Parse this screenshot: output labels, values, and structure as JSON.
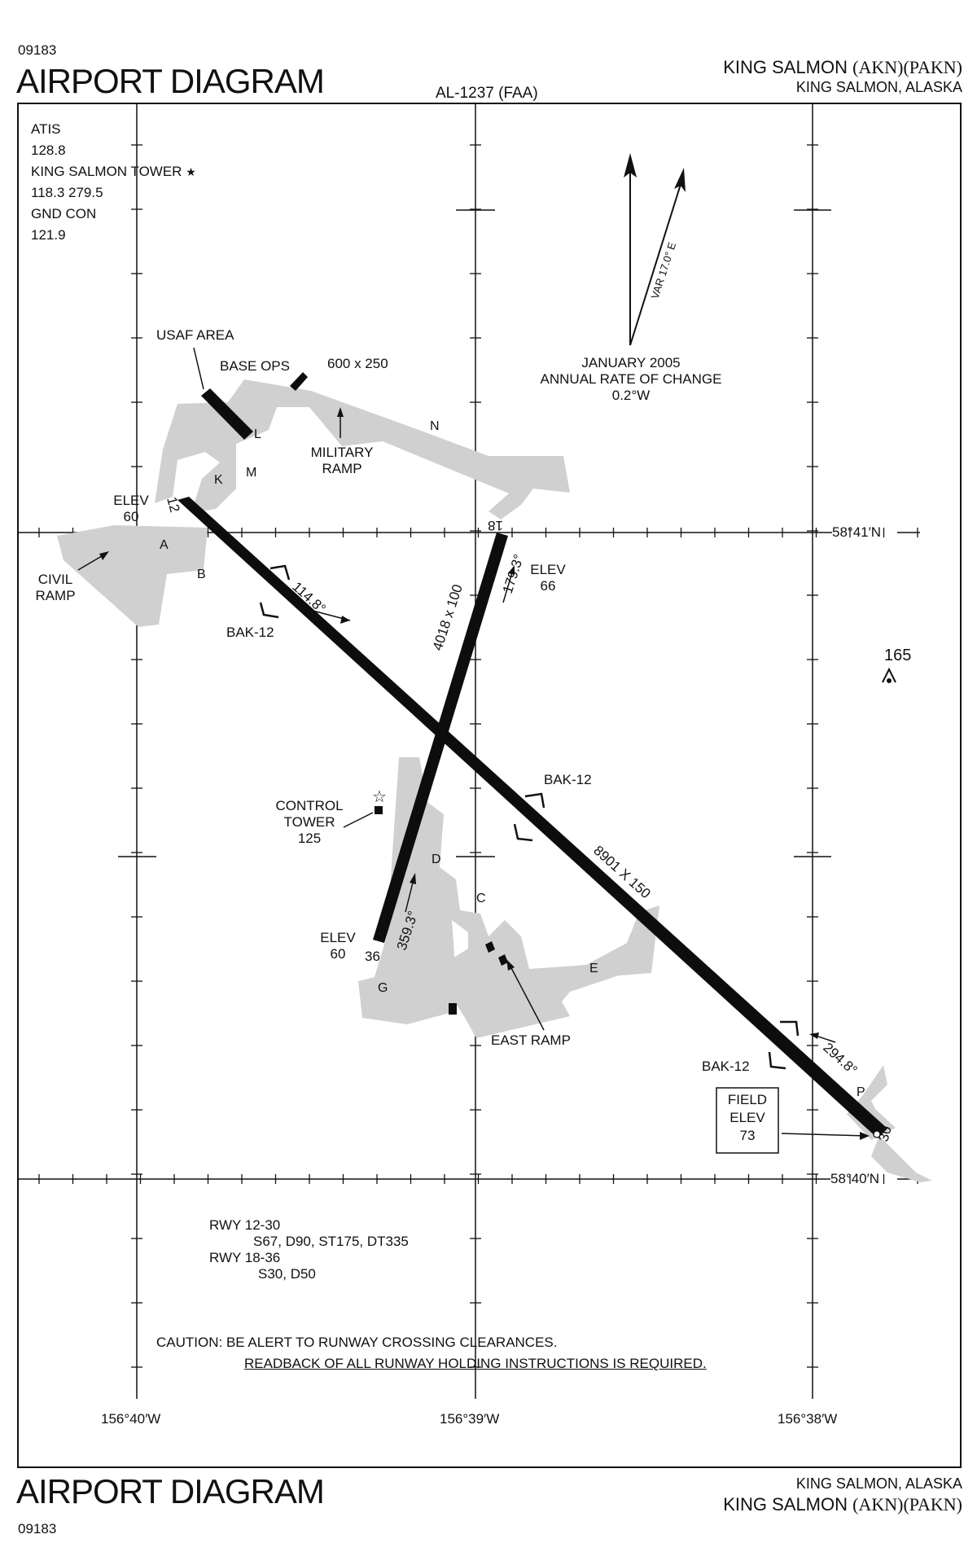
{
  "header": {
    "vol_code": "09183",
    "title": "AIRPORT DIAGRAM",
    "doc_id": "AL-1237 (FAA)",
    "airport_name": "KING SALMON",
    "airport_ids": "(AKN)(PAKN)",
    "location": "KING SALMON, ALASKA"
  },
  "comms": {
    "atis_label": "ATIS",
    "atis_freq": "128.8",
    "tower_label": "KING SALMON TOWER",
    "tower_symbol": "★",
    "tower_freqs": "118.3  279.5",
    "gnd_label": "GND CON",
    "gnd_freq": "121.9"
  },
  "compass": {
    "var_label": "VAR 17.0° E",
    "date": "JANUARY 2005",
    "rate_label": "ANNUAL RATE OF CHANGE",
    "rate": "0.2°W"
  },
  "labels": {
    "usaf_area": "USAF AREA",
    "base_ops": "BASE OPS",
    "bldg_size": "600 x 250",
    "military_ramp_1": "MILITARY",
    "military_ramp_2": "RAMP",
    "civil_ramp_1": "CIVIL",
    "civil_ramp_2": "RAMP",
    "elev_label": "ELEV",
    "elev_12": "60",
    "elev_18": "66",
    "elev_36": "60",
    "bak12": "BAK-12",
    "hdg_114": "114.8°",
    "hdg_179": "179.3°",
    "hdg_359": "359.3°",
    "hdg_294": "294.8°",
    "rwy_18_36_dim": "4018 x 100",
    "rwy_12_30_dim": "8901 X 150",
    "control_tower_1": "CONTROL",
    "control_tower_2": "TOWER",
    "control_tower_3": "125",
    "east_ramp": "EAST RAMP",
    "field_elev_1": "FIELD",
    "field_elev_2": "ELEV",
    "field_elev_3": "73",
    "obstacle": "165",
    "lat_41": "58°41′N",
    "lat_40": "58°40′N",
    "lon_40": "156°40′W",
    "lon_39": "156°39′W",
    "lon_38": "156°38′W"
  },
  "runway_ends": {
    "r12": "12",
    "r30": "30",
    "r18": "18",
    "r36": "36"
  },
  "taxiways": {
    "A": "A",
    "B": "B",
    "C": "C",
    "D": "D",
    "E": "E",
    "G": "G",
    "K": "K",
    "L": "L",
    "M": "M",
    "N": "N",
    "P": "P"
  },
  "runway_data": {
    "rwy1_label": "RWY 12-30",
    "rwy1_data": "S67, D90, ST175, DT335",
    "rwy2_label": "RWY 18-36",
    "rwy2_data": "S30, D50"
  },
  "caution": {
    "line1": "CAUTION: BE ALERT TO RUNWAY CROSSING CLEARANCES.",
    "line2": "READBACK OF ALL RUNWAY HOLDING INSTRUCTIONS IS REQUIRED."
  },
  "footer": {
    "title": "AIRPORT DIAGRAM",
    "location": "KING SALMON, ALASKA",
    "airport_name": "KING SALMON",
    "airport_ids": "(AKN)(PAKN)",
    "vol_code": "09183"
  },
  "colors": {
    "pavement": "#d0d0d0",
    "runway": "#0d0d0d",
    "ink": "#111111"
  }
}
